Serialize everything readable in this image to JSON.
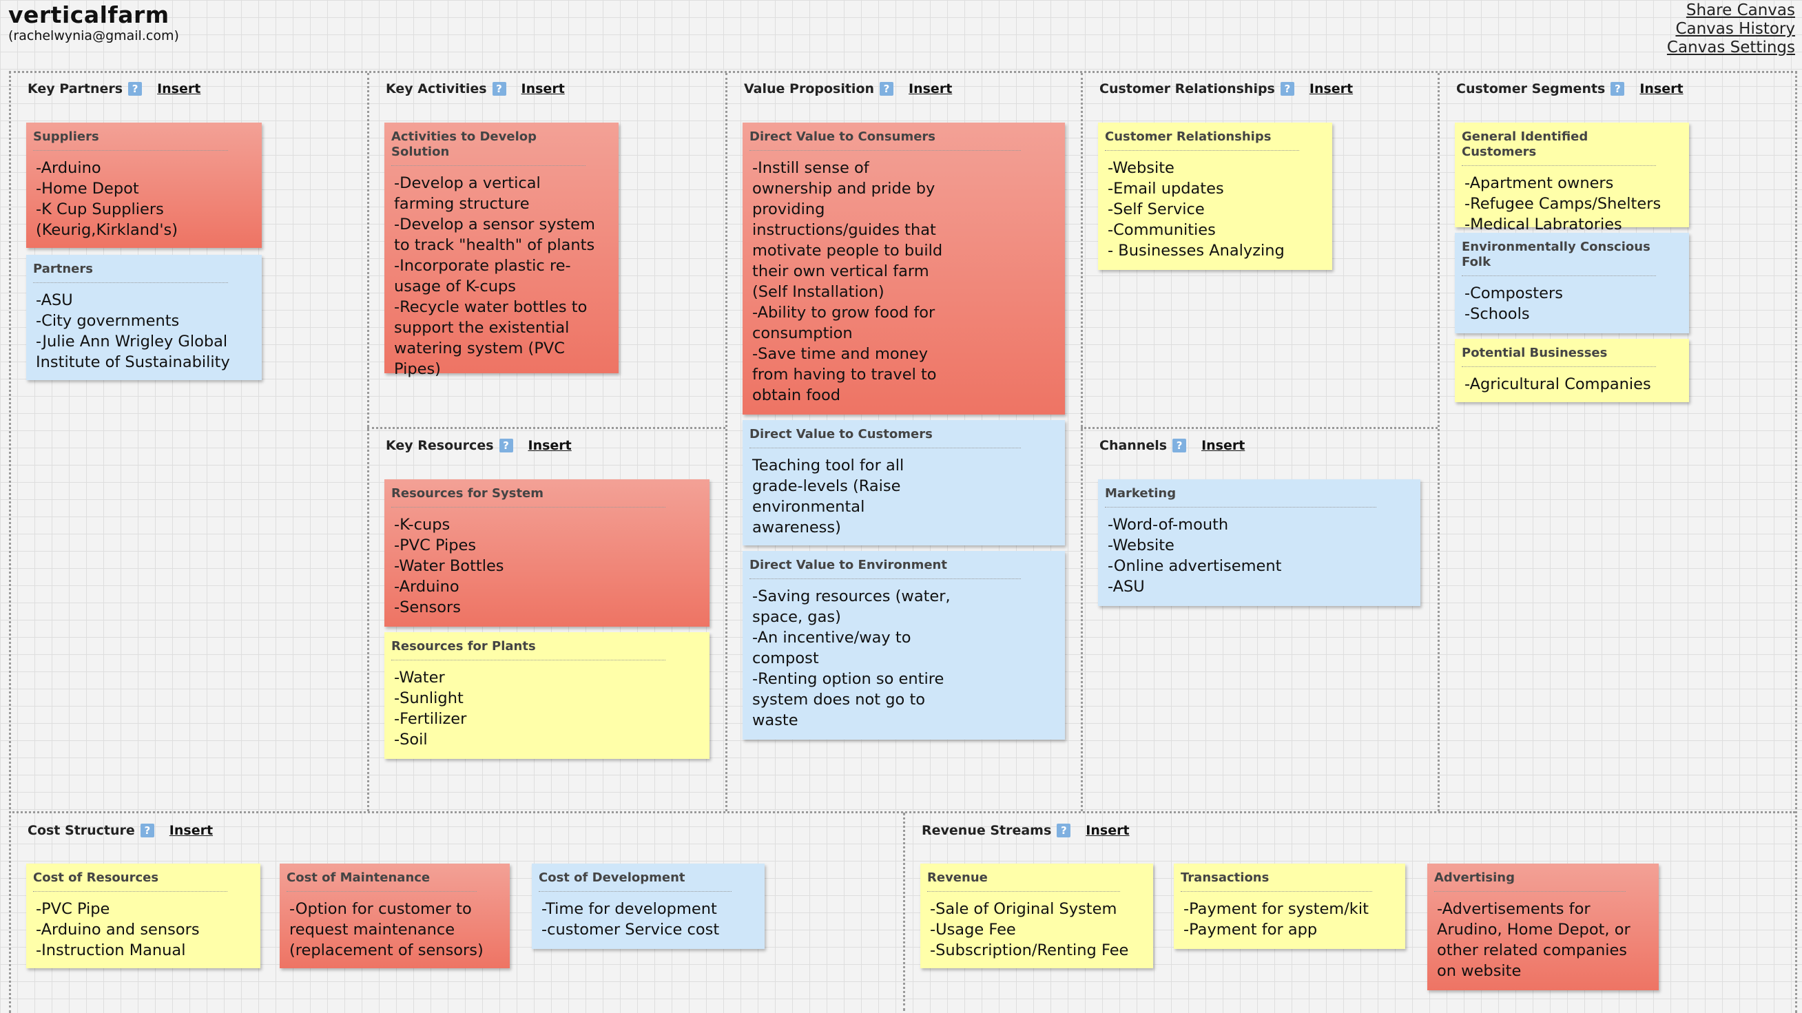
{
  "header": {
    "title": "verticalfarm",
    "email": "(rachelwynia@gmail.com)",
    "links": [
      "Share Canvas",
      "Canvas History",
      "Canvas Settings"
    ]
  },
  "insert_label": "Insert",
  "help_label": "?",
  "sections": {
    "key_partners": "Key Partners",
    "key_activities": "Key Activities",
    "key_resources": "Key Resources",
    "value_proposition": "Value Proposition",
    "customer_relationships": "Customer Relationships",
    "channels": "Channels",
    "customer_segments": "Customer Segments",
    "cost_structure": "Cost Structure",
    "revenue_streams": "Revenue Streams"
  },
  "notes": {
    "suppliers": {
      "title": "Suppliers",
      "body": "-Arduino\n-Home Depot\n-K Cup Suppliers\n(Keurig,Kirkland's)"
    },
    "partners": {
      "title": "Partners",
      "body": "-ASU\n-City governments\n-Julie Ann Wrigley Global\nInstitute of Sustainability"
    },
    "activities": {
      "title": "Activities to Develop Solution",
      "body": "-Develop a vertical\nfarming structure\n-Develop a sensor system\nto track \"health\" of plants\n-Incorporate plastic re-\nusage of K-cups\n-Recycle water bottles to\nsupport the existential\nwatering system (PVC\nPipes)"
    },
    "resources_system": {
      "title": "Resources for System",
      "body": "-K-cups\n-PVC Pipes\n-Water Bottles\n-Arduino\n-Sensors"
    },
    "resources_plants": {
      "title": "Resources for Plants",
      "body": "-Water\n-Sunlight\n-Fertilizer\n-Soil"
    },
    "value_consumers": {
      "title": "Direct Value to Consumers",
      "body": "-Instill sense of\nownership and pride by\nproviding\ninstructions/guides that\nmotivate people to build\ntheir own vertical farm\n(Self Installation)\n-Ability to grow food for\nconsumption\n-Save time and money\nfrom having to travel to\nobtain food"
    },
    "value_customers": {
      "title": "Direct Value to Customers",
      "body": "Teaching tool for all\ngrade-levels (Raise\nenvironmental\nawareness)"
    },
    "value_environment": {
      "title": "Direct Value to Environment",
      "body": "-Saving resources (water,\nspace, gas)\n-An incentive/way to\ncompost\n-Renting option so entire\nsystem does not go to\nwaste"
    },
    "customer_relationships": {
      "title": "Customer Relationships",
      "body": "-Website\n-Email updates\n-Self Service\n-Communities\n- Businesses Analyzing"
    },
    "marketing": {
      "title": "Marketing",
      "body": "-Word-of-mouth\n-Website\n-Online advertisement\n-ASU"
    },
    "general_customers": {
      "title": "General Identified Customers",
      "body": "-Apartment owners\n-Refugee Camps/Shelters\n-Medical Labratories"
    },
    "eco_folk": {
      "title": "Environmentally Conscious Folk",
      "body": "-Composters\n-Schools"
    },
    "potential_businesses": {
      "title": "Potential Businesses",
      "body": "-Agricultural Companies"
    },
    "cost_resources": {
      "title": "Cost of Resources",
      "body": "-PVC Pipe\n-Arduino and sensors\n-Instruction Manual"
    },
    "cost_maintenance": {
      "title": "Cost of Maintenance",
      "body": "-Option for customer to\nrequest maintenance\n(replacement of sensors)"
    },
    "cost_development": {
      "title": "Cost of Development",
      "body": "-Time for development\n-customer Service cost"
    },
    "revenue": {
      "title": "Revenue",
      "body": "-Sale of Original System\n-Usage Fee\n-Subscription/Renting Fee"
    },
    "transactions": {
      "title": "Transactions",
      "body": "-Payment for system/kit\n-Payment for app"
    },
    "advertising": {
      "title": "Advertising",
      "body": "-Advertisements for\nArudino, Home Depot, or\nother related companies\non website"
    }
  }
}
